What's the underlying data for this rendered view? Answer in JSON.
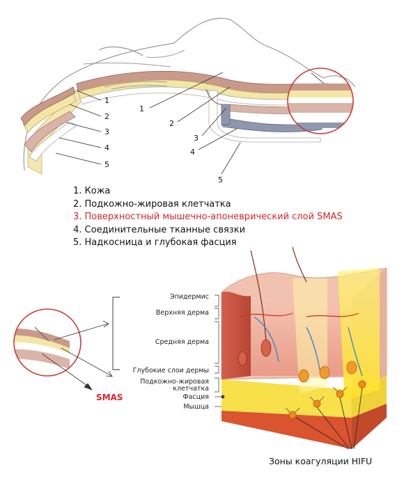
{
  "top_callout_numbers": [
    "1",
    "2",
    "3",
    "4",
    "5"
  ],
  "legend": [
    {
      "text": "1. Кожа",
      "highlight": false
    },
    {
      "text": "2. Подкожно-жировая клетчатка",
      "highlight": false
    },
    {
      "text": "3. Поверхностный мышечно-апоневрический слой SMAS",
      "highlight": true
    },
    {
      "text": "4. Соединительные тканные связки",
      "highlight": false
    },
    {
      "text": "5. Надкосница и глубокая фасция",
      "highlight": false
    }
  ],
  "skin_labels": {
    "epidermis": "Эпидермис",
    "upper_dermis": "Верхняя дерма",
    "middle_dermis": "Средняя дерма",
    "deep_dermis": "Глубокие слои дермы",
    "subcutaneous_line1": "Подкожно-жировая",
    "subcutaneous_line2": "клетчатка",
    "fascia": "Фасция",
    "muscle": "Мышца"
  },
  "smas_label": "SMAS",
  "hifu_caption": "Зоны коагуляции HIFU",
  "colors": {
    "skin": "#c99a8a",
    "fat": "#f3e6a6",
    "smas": "#d9b4a8",
    "ligament": "#8e97ad",
    "fascia": "#f8f1cf",
    "accent_red": "#d8262a",
    "circle_red": "#cc3a3a"
  }
}
